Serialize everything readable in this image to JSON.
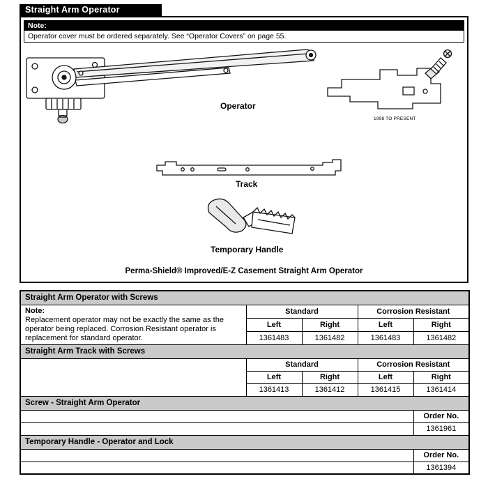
{
  "page": {
    "title": "Straight Arm Operator"
  },
  "colors": {
    "black_bar": "#000000",
    "section_header_bg": "#c9c9c9",
    "paper": "#ffffff"
  },
  "note_box": {
    "label": "Note:",
    "text": "Operator cover must be ordered separately. See “Operator Covers” on page 55."
  },
  "diagram": {
    "operator_label": "Operator",
    "era_label": "1998 TO PRESENT",
    "track_label": "Track",
    "handle_label": "Temporary Handle",
    "caption": "Perma-Shield® Improved/E-Z Casement Straight Arm Operator"
  },
  "tables": {
    "operator": {
      "title": "Straight Arm Operator with Screws",
      "note_label": "Note:",
      "note_text": "Replacement operator may not be exactly the same as the operator being replaced. Corrosion Resistant operator is replacement for standard operator.",
      "group_headers": [
        "Standard",
        "Corrosion Resistant"
      ],
      "col_headers": [
        "Left",
        "Right",
        "Left",
        "Right"
      ],
      "values": [
        "1361483",
        "1361482",
        "1361483",
        "1361482"
      ]
    },
    "track": {
      "title": "Straight Arm Track with Screws",
      "group_headers": [
        "Standard",
        "Corrosion Resistant"
      ],
      "col_headers": [
        "Left",
        "Right",
        "Left",
        "Right"
      ],
      "values": [
        "1361413",
        "1361412",
        "1361415",
        "1361414"
      ]
    },
    "screw": {
      "title": "Screw - Straight Arm Operator",
      "order_label": "Order No.",
      "order_no": "1361961"
    },
    "temp_handle": {
      "title": "Temporary Handle - Operator and Lock",
      "order_label": "Order No.",
      "order_no": "1361394"
    }
  }
}
